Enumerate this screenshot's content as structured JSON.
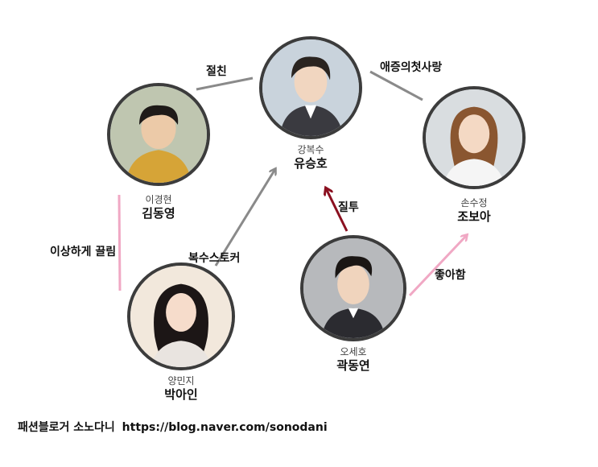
{
  "people": {
    "yoo": {
      "role": "강복수",
      "actor": "유승호"
    },
    "kim": {
      "role": "이경현",
      "actor": "김동영"
    },
    "jo": {
      "role": "손수정",
      "actor": "조보아"
    },
    "park": {
      "role": "양민지",
      "actor": "박아인"
    },
    "kwak": {
      "role": "오세호",
      "actor": "곽동연"
    }
  },
  "relations": {
    "kim_yoo": "절친",
    "yoo_jo": "애증의첫사랑",
    "kwak_yoo": "질투",
    "kim_park": "이상하게 끌림",
    "park_yoo": "복수스토커",
    "kwak_jo": "좋아함"
  },
  "colors": {
    "gray_line": "#8a8a8a",
    "pink_line": "#f0a8c4",
    "red_arrow": "#8b1020",
    "ring": "#3c3c3c"
  },
  "footer": {
    "blog": "패션블로거 소노다니",
    "url": "https://blog.naver.com/sonodani"
  }
}
